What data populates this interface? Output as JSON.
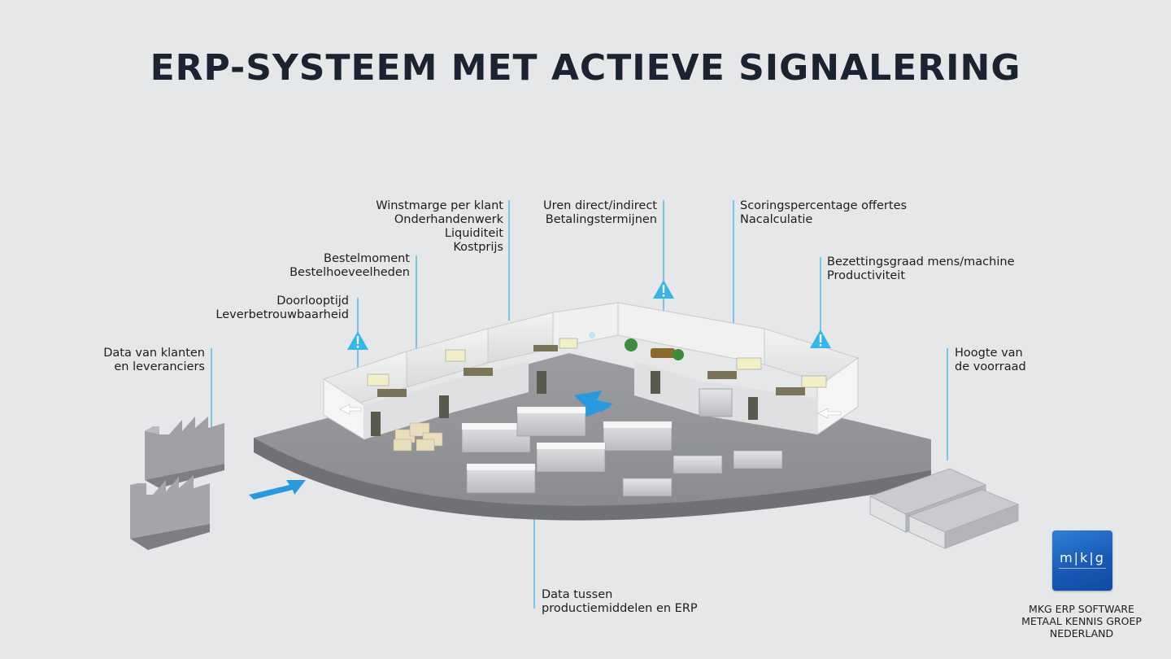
{
  "title": "ERP-SYSTEEM MET ACTIEVE SIGNALERING",
  "labels": {
    "klanten": [
      "Data van klanten",
      "en leveranciers"
    ],
    "doorlooptijd": [
      "Doorlooptijd",
      "Leverbetrouwbaarheid"
    ],
    "bestelmoment": [
      "Bestelmoment",
      "Bestelhoeveelheden"
    ],
    "winstmarge": [
      "Winstmarge per klant",
      "Onderhandenwerk",
      "Liquiditeit",
      "Kostprijs"
    ],
    "uren": [
      "Uren direct/indirect",
      "Betalingstermijnen"
    ],
    "scoring": [
      "Scoringspercentage offertes",
      "Nacalculatie"
    ],
    "bezetting": [
      "Bezettingsgraad mens/machine",
      "Productiviteit"
    ],
    "voorraad": [
      "Hoogte van",
      "de voorraad"
    ],
    "productie": [
      "Data tussen",
      "productiemiddelen en ERP"
    ]
  },
  "logo": {
    "text": "m|k|g",
    "company_lines": [
      "MKG ERP SOFTWARE",
      "METAAL KENNIS GROEP",
      "NEDERLAND"
    ]
  },
  "colors": {
    "title": "#1b2330",
    "callout_line": "#3ab4e6",
    "warning": "#35b6ea",
    "arrow": "#2a9ae0",
    "floor": "#8d8f93",
    "logo": "#1a60bf"
  }
}
